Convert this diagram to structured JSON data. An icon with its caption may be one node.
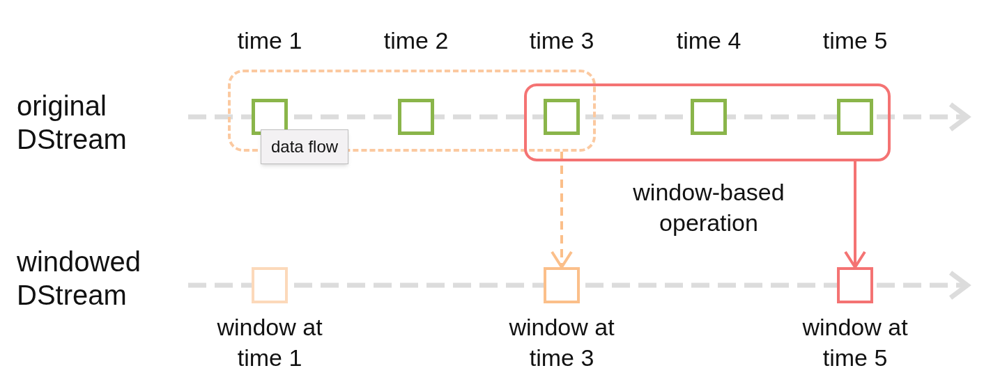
{
  "diagram": {
    "nodes": [
      {
        "text": [],
        "shape": "box"
      },
      {
        "text": [],
        "shape": "box"
      },
      {
        "text": [],
        "shape": "box",
        "in": 0,
        "beside": [
          "time 1"
        ]
      },
      {
        "text": [],
        "shape": "box",
        "in": 0,
        "beside": [
          "time 2"
        ]
      },
      {
        "text": [],
        "shape": "box",
        "beside": [
          "time 3"
        ]
      },
      {
        "text": [],
        "shape": "box",
        "in": 1,
        "beside": [
          "time 4"
        ]
      },
      {
        "text": [],
        "shape": "box",
        "in": 1,
        "beside": [
          "time 5"
        ]
      },
      {
        "text": [],
        "shape": "box",
        "beside": [
          "window at time 1"
        ]
      },
      {
        "text": [],
        "shape": "box",
        "beside": [
          "window at time 3"
        ]
      },
      {
        "text": [],
        "shape": "box",
        "beside": [
          "window at time 5"
        ]
      }
    ],
    "edges": [
      {
        "from": 0,
        "to": 8,
        "arrow": "to",
        "style": "dashed",
        "color": "#fbbf8a"
      },
      {
        "from": 1,
        "to": 9,
        "arrow": "to",
        "color": "#f47373"
      }
    ],
    "labels": [
      "original DStream",
      "data flow",
      "window-based operation",
      "windowed DStream"
    ]
  }
}
